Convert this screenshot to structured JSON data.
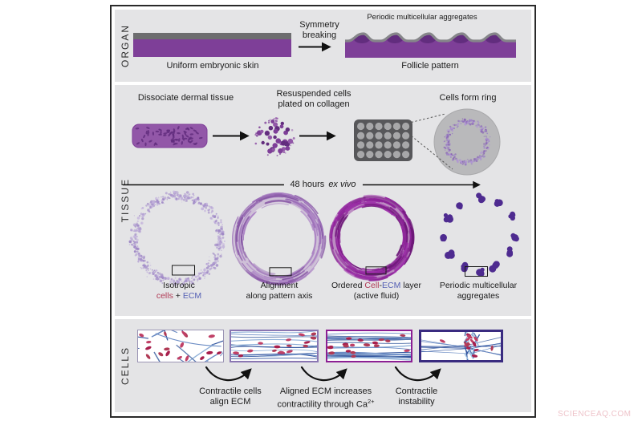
{
  "watermark": "SCIENCEAQ.COM",
  "colors": {
    "panel_bg": "#e4e4e6",
    "frame": "#2a2a2a",
    "purple": "#7e3f98",
    "purple_mid": "#9257a8",
    "purple_dark": "#622d7e",
    "gray_layer": "#6d6d6f",
    "gray_cap": "#86868a",
    "plate": "#57575a",
    "well": "#a7a7a9",
    "dish": "#b9b9bb",
    "ring_light": "#b3a0d2",
    "ring_light2": "#9d86c4",
    "ring_mid": "#9a6db6",
    "ring_mid2": "#8757a5",
    "ring_dark": "#8b2297",
    "ring_dark2": "#6d1878",
    "aggregate": "#4e2b90",
    "cell_red": "#b03a55",
    "ecm_blue": "#5560b5",
    "fiber": "#5d7bb0",
    "fiber_dark": "#31549e",
    "fiber_light": "#8fb0d8",
    "box1_border": "#9b94b4",
    "box2_border": "#8a76b2",
    "box3_border": "#8c1f93",
    "box4_border": "#3a2b80",
    "arrow": "#111111",
    "watermark_pink": "#eec3c9"
  },
  "organ": {
    "section_label": "ORGAN",
    "left_caption": "Uniform embryonic skin",
    "transition_line1": "Symmetry",
    "transition_line2": "breaking",
    "right_top_label": "Periodic multicellular aggregates",
    "right_caption": "Follicle pattern"
  },
  "tissue": {
    "section_label": "TISSUE",
    "step1_label": "Dissociate dermal tissue",
    "step2_line1": "Resuspended cells",
    "step2_line2": "plated on collagen",
    "step3_label": "Cells form ring",
    "timeline_text": "48 hours",
    "timeline_italic": "ex vivo",
    "ring1": {
      "line1": "Isotropic",
      "cells": "cells",
      "plus": " + ",
      "ecm": "ECM"
    },
    "ring2": {
      "line1": "Alignment",
      "line2": "along pattern axis"
    },
    "ring3": {
      "pre": "Ordered ",
      "cell": "Cell",
      "dash": "-",
      "ecm": "ECM",
      "post": " layer",
      "line2": "(active fluid)"
    },
    "ring4": {
      "line1": "Periodic multicellular",
      "line2": "aggregates"
    }
  },
  "cells": {
    "section_label": "CELLS",
    "step1_line1": "Contractile cells",
    "step1_line2": "align ECM",
    "step2_line1": "Aligned ECM increases",
    "step2_line2": "contractility through Ca",
    "step2_sup": "2+",
    "step3_line1": "Contractile",
    "step3_line2": "instability"
  }
}
